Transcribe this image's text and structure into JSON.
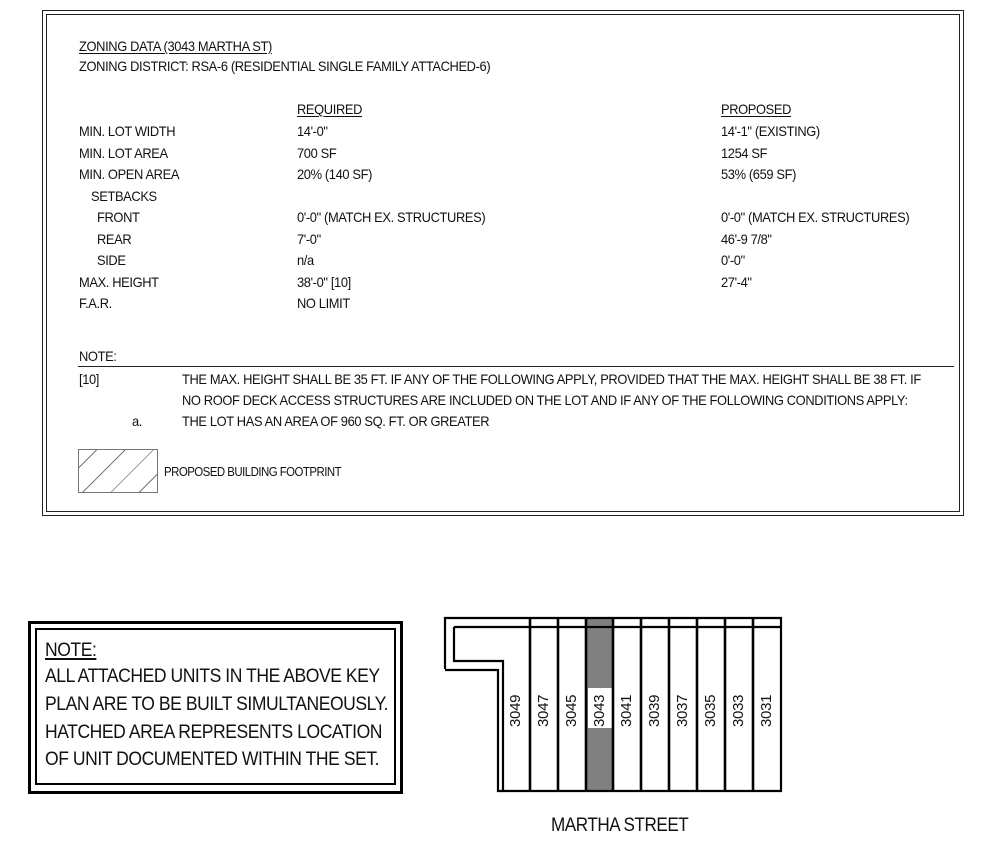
{
  "zoning": {
    "title": "ZONING DATA (3043 MARTHA ST)",
    "district": "ZONING DISTRICT:  RSA-6  (RESIDENTIAL SINGLE FAMILY ATTACHED-6)",
    "headers": {
      "required": "REQUIRED",
      "proposed": "PROPOSED"
    },
    "rows": [
      {
        "label": "MIN. LOT WIDTH",
        "required": "14'-0\"",
        "proposed": "14'-1\" (EXISTING)"
      },
      {
        "label": "MIN. LOT AREA",
        "required": "700 SF",
        "proposed": "1254 SF"
      },
      {
        "label": "MIN. OPEN AREA",
        "required": "20% (140 SF)",
        "proposed": "53% (659 SF)"
      },
      {
        "label": "SETBACKS",
        "required": "",
        "proposed": ""
      },
      {
        "label": "FRONT",
        "required": "0'-0\" (MATCH EX. STRUCTURES)",
        "proposed": "0'-0\" (MATCH EX. STRUCTURES)"
      },
      {
        "label": "REAR",
        "required": "7'-0\"",
        "proposed": "46'-9 7/8\""
      },
      {
        "label": "SIDE",
        "required": "n/a",
        "proposed": "0'-0\""
      },
      {
        "label": "MAX. HEIGHT",
        "required": "38'-0\" [10]",
        "proposed": "27'-4\""
      },
      {
        "label": "F.A.R.",
        "required": "NO LIMIT",
        "proposed": ""
      }
    ],
    "note": {
      "heading": "NOTE:",
      "ref": "[10]",
      "line1": "THE MAX. HEIGHT SHALL BE 35 FT. IF ANY OF THE FOLLOWING APPLY, PROVIDED THAT THE MAX. HEIGHT SHALL BE  38 FT. IF",
      "line2": "NO ROOF DECK ACCESS STRUCTURES ARE INCLUDED ON THE LOT AND IF ANY OF THE FOLLOWING CONDITIONS APPLY:",
      "sub_marker": "a.",
      "sub_text": "THE LOT HAS AN AREA OF 960 SQ. FT. OR GREATER"
    },
    "legend": {
      "label": "PROPOSED BUILDING FOOTPRINT"
    }
  },
  "notebox": {
    "heading": "NOTE:",
    "lines": [
      "ALL ATTACHED UNITS IN THE ABOVE KEY",
      "PLAN ARE TO BE BUILT SIMULTANEOUSLY.",
      "HATCHED AREA REPRESENTS LOCATION",
      "OF UNIT DOCUMENTED WITHIN THE SET."
    ]
  },
  "keyplan": {
    "units": [
      "3049",
      "3047",
      "3045",
      "3043",
      "3041",
      "3039",
      "3037",
      "3035",
      "3033",
      "3031"
    ],
    "highlighted_unit": "3043",
    "highlight_color": "#808080",
    "street": "MARTHA STREET"
  }
}
